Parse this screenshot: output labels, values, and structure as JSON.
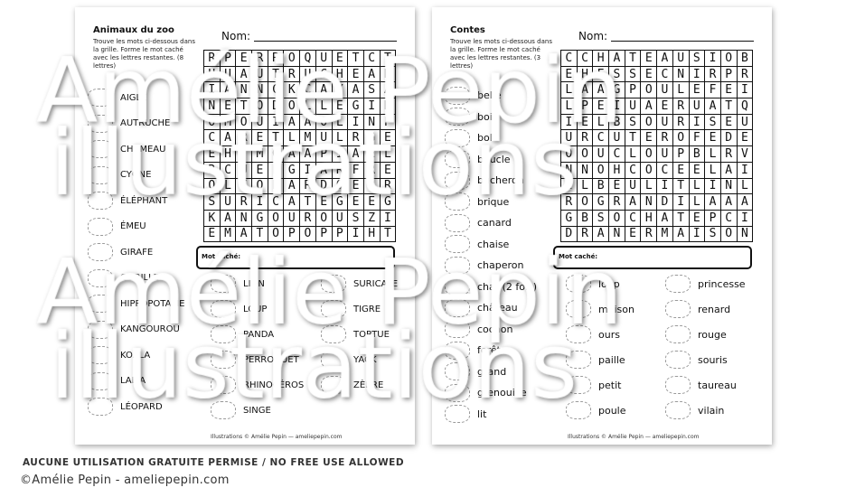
{
  "left": {
    "title": "Animaux du zoo",
    "instructions": "Trouve les mots ci-dessous dans la grille. Forme le mot caché avec les lettres restantes. (8 lettres)",
    "nom_label": "Nom:",
    "grid": [
      "RPERROQUETCT",
      "HUAUTRUCHEAN",
      "IANNCKCAYASA",
      "NETODOLLEGIH",
      "OMOUIAAOLINP",
      "CARETLMULRGE",
      "EHTMOAAPIAEL",
      "RCUELGIARFRE",
      "OLEOPARDOEBR",
      "SURICATEGEEG",
      "KANGOUROUSZI",
      "EMATOPOPPIHT"
    ],
    "hidden_label": "Mot caché:",
    "words": [
      "AIGLE",
      "AUTRUCHE",
      "CHAMEAU",
      "CYGNE",
      "ÉLÉPHANT",
      "ÉMEU",
      "GIRAFE",
      "GORILLE",
      "HIPPOPOTAME",
      "KANGOUROU",
      "KOALA",
      "LAMA",
      "LÉOPARD"
    ],
    "words_col2": [
      "LION",
      "LOUP",
      "PANDA",
      "PERROQUET",
      "RHINOCÉROS",
      "SINGE"
    ],
    "words_col3": [
      "SURICATE",
      "TIGRE",
      "TORTUE",
      "YACK",
      "ZÈBRE"
    ],
    "credit": "Illustrations © Amélie Pepin — ameliepepin.com"
  },
  "right": {
    "title": "Contes",
    "instructions": "Trouve les mots ci-dessous dans la grille. Forme le mot caché avec les lettres restantes. (3 lettres)",
    "nom_label": "Nom:",
    "grid": [
      "CCHATEAUSIOB",
      "EHESSECNIRPR",
      "LAAGPOULEFEI",
      "LPEIUAERUATQ",
      "IELBSOURISEU",
      "URCUTEROFEDE",
      "OOUCLOUPBLRV",
      "NNOHCOCEELAI",
      "ELBEULITLINL",
      "ROGRANDILAAA",
      "GBSOCHATEPCI",
      "DRANERMAISON"
    ],
    "hidden_label": "Mot caché:",
    "words": [
      "belle",
      "bois",
      "bol",
      "boucle",
      "bûcheron",
      "brique",
      "canard",
      "chaise",
      "chaperon",
      "chat (2 fois)",
      "château",
      "cochon",
      "forêt",
      "grand",
      "grenouille",
      "lit"
    ],
    "words_col2": [
      "loup",
      "maison",
      "ours",
      "paille",
      "petit",
      "poule"
    ],
    "words_col3": [
      "princesse",
      "renard",
      "rouge",
      "souris",
      "taureau",
      "vilain"
    ],
    "credit": "Illustrations © Amélie Pepin — ameliepepin.com"
  },
  "watermark": [
    "Amélie Pepin",
    "illustrations",
    "Amélie Pepin",
    "illustrations"
  ],
  "footer": {
    "notice": "AUCUNE UTILISATION GRATUITE PERMISE / NO FREE USE ALLOWED",
    "copyright": "©Amélie Pepin - ameliepepin.com"
  }
}
